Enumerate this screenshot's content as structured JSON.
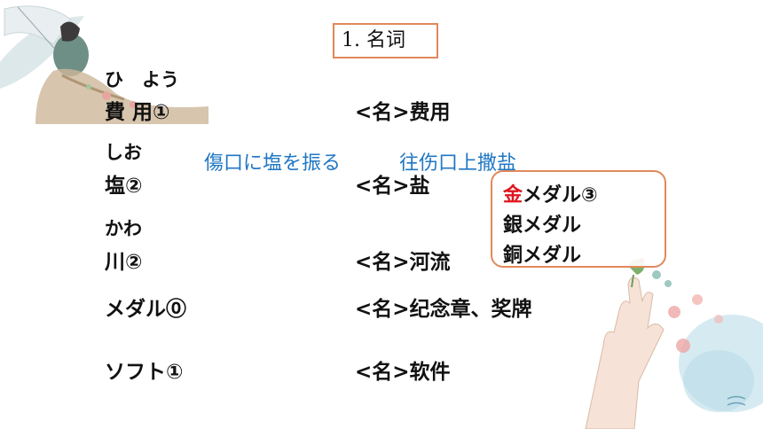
{
  "title": "1. 名词",
  "entries": [
    {
      "reading": "ひ　よう",
      "word": "費  用①",
      "meaning": "<名>费用"
    },
    {
      "reading": "しお",
      "word": "塩②",
      "meaning": "<名>盐"
    },
    {
      "reading": "かわ",
      "word": "川②",
      "meaning": "<名>河流"
    },
    {
      "word": "メダル⓪",
      "meaning": "<名>纪念章、奖牌"
    },
    {
      "word": "ソフト①",
      "meaning": "<名>软件"
    }
  ],
  "example": {
    "japanese": "傷口に塩を振る",
    "chinese": "往伤口上撒盐"
  },
  "medals": {
    "gold_char": "金",
    "gold_rest": "メダル③",
    "silver": "銀メダル",
    "copper": "銅メダル"
  },
  "colors": {
    "accent_border": "#e0895a",
    "example_blue": "#1f77c4",
    "gold_red": "#e0141e"
  }
}
